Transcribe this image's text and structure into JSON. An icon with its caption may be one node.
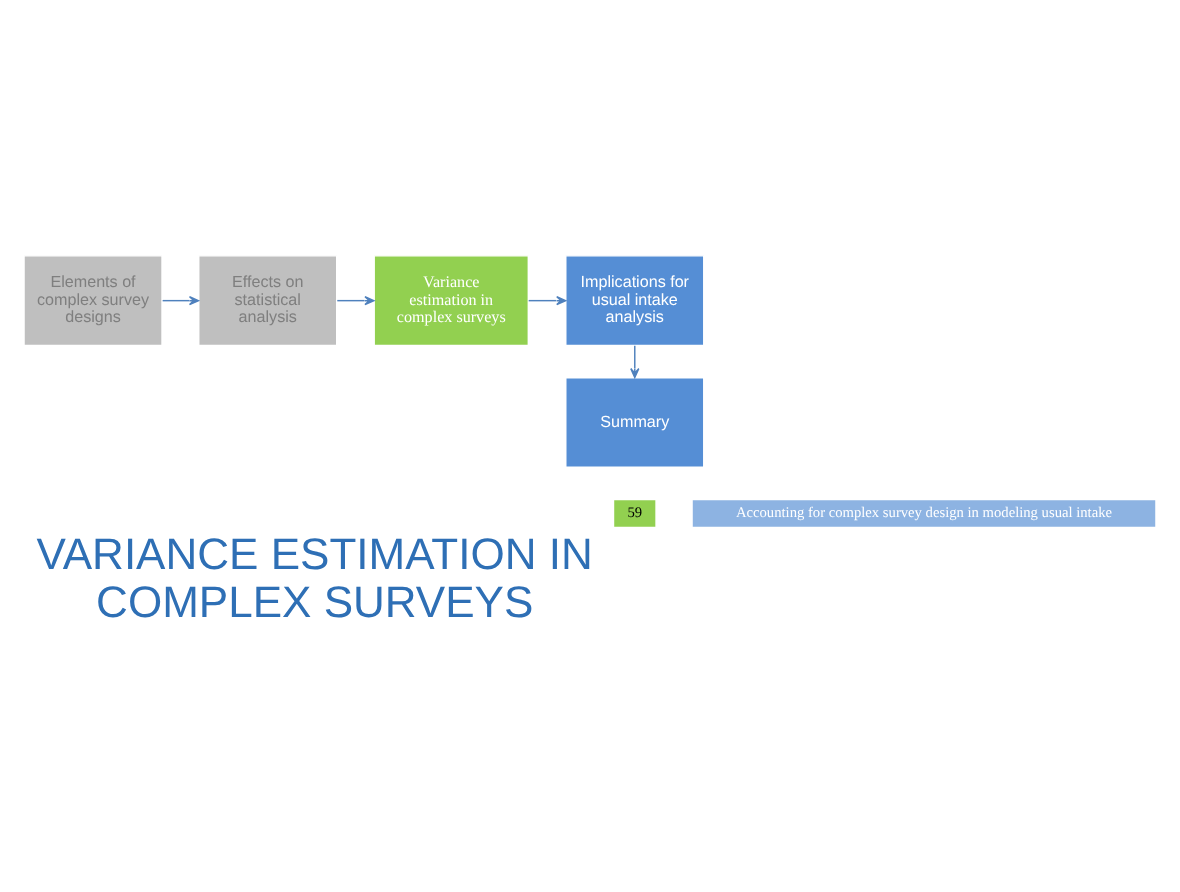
{
  "diagram": {
    "title": "VARIANCE ESTIMATION IN COMPLEX SURVEYS",
    "nodes": [
      {
        "text": [
          "Elements of complex survey designs"
        ]
      },
      {
        "text": [
          "Effects on statistical analysis"
        ]
      },
      {
        "text": [
          "Variance estimation in complex surveys"
        ]
      },
      {
        "text": [
          "Implications for usual intake analysis"
        ]
      },
      {
        "text": [
          "Summary"
        ]
      }
    ],
    "edges": [
      {
        "from": 0,
        "to": 1,
        "arrow": "to"
      },
      {
        "from": 1,
        "to": 2,
        "arrow": "to"
      },
      {
        "from": 2,
        "to": 3,
        "arrow": "to"
      },
      {
        "from": 3,
        "to": 4,
        "arrow": "to"
      }
    ],
    "labels": [
      "59",
      "Accounting for complex survey design in modeling usual intake"
    ]
  }
}
